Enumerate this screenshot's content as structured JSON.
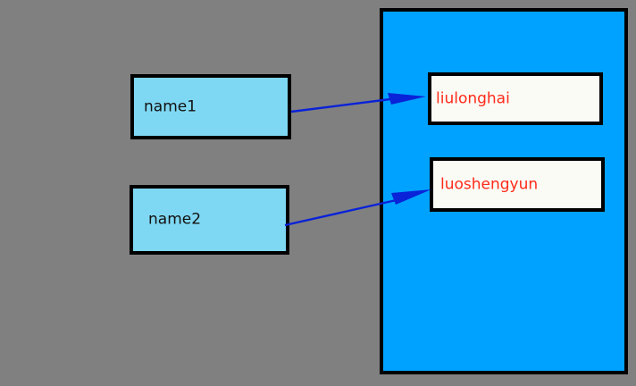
{
  "variables": [
    {
      "label": "name1"
    },
    {
      "label": "name2"
    }
  ],
  "values": [
    {
      "label": "liulonghai"
    },
    {
      "label": "luoshengyun"
    }
  ],
  "colors": {
    "background": "#808080",
    "variable_fill": "#7fd8f3",
    "heap_fill": "#00a2ff",
    "value_fill": "#fbfbf5",
    "value_text": "#ff2a1a",
    "arrow": "#0a22d8",
    "border": "#000000"
  }
}
